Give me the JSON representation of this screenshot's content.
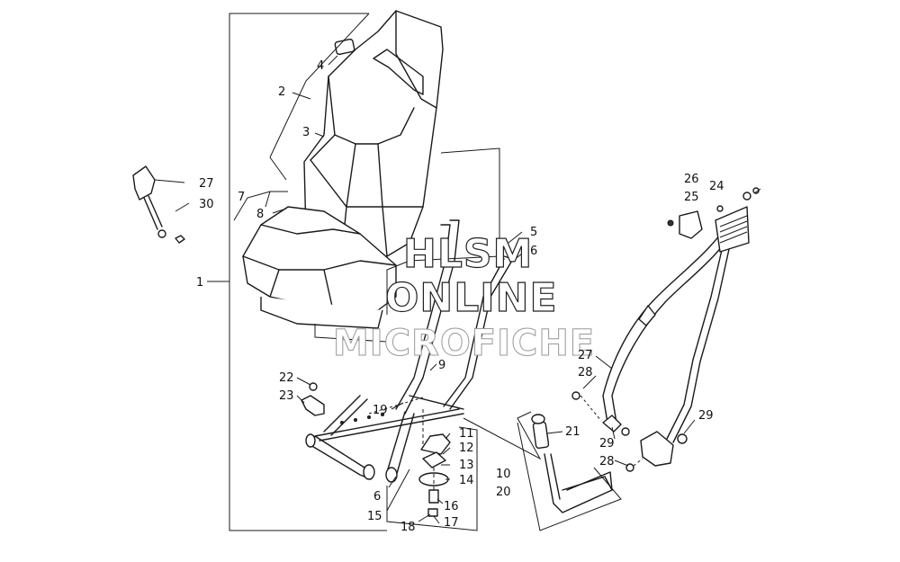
{
  "watermark": {
    "line1": "HLSM",
    "line2": "ONLINE",
    "line3": "MICROFICHE"
  },
  "callouts": {
    "c1": "1",
    "c2": "2",
    "c3": "3",
    "c4": "4",
    "c5": "5",
    "c6a": "6",
    "c6b": "6",
    "c7": "7",
    "c8": "8",
    "c9": "9",
    "c10": "10",
    "c11": "11",
    "c12": "12",
    "c13": "13",
    "c14": "14",
    "c15": "15",
    "c16": "16",
    "c17": "17",
    "c18": "18",
    "c19": "19",
    "c20": "20",
    "c21": "21",
    "c22": "22",
    "c23": "23",
    "c24": "24",
    "c25": "25",
    "c26": "26",
    "c27a": "27",
    "c27b": "27",
    "c28a": "28",
    "c28b": "28",
    "c29a": "29",
    "c29b": "29",
    "c30": "30"
  }
}
